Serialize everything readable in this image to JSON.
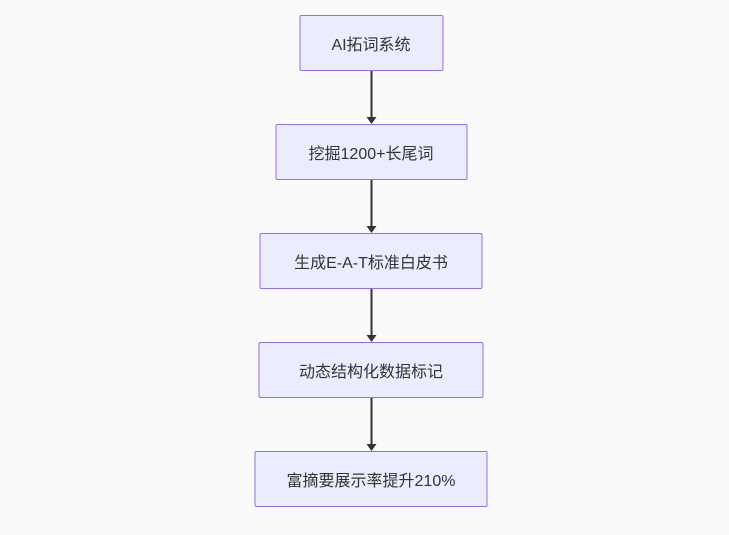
{
  "diagram": {
    "type": "flowchart",
    "direction": "top-down",
    "colors": {
      "background": "#fafafa",
      "node_fill": "#ECECFF",
      "node_border": "#9370DB",
      "arrow": "#333333",
      "text": "#333333"
    },
    "nodes": [
      {
        "id": "n1",
        "label": "AI拓词系统"
      },
      {
        "id": "n2",
        "label": "挖掘1200+长尾词"
      },
      {
        "id": "n3",
        "label": "生成E-A-T标准白皮书"
      },
      {
        "id": "n4",
        "label": "动态结构化数据标记"
      },
      {
        "id": "n5",
        "label": "富摘要展示率提升210%"
      }
    ],
    "edges": [
      {
        "from": "n1",
        "to": "n2"
      },
      {
        "from": "n2",
        "to": "n3"
      },
      {
        "from": "n3",
        "to": "n4"
      },
      {
        "from": "n4",
        "to": "n5"
      }
    ]
  }
}
